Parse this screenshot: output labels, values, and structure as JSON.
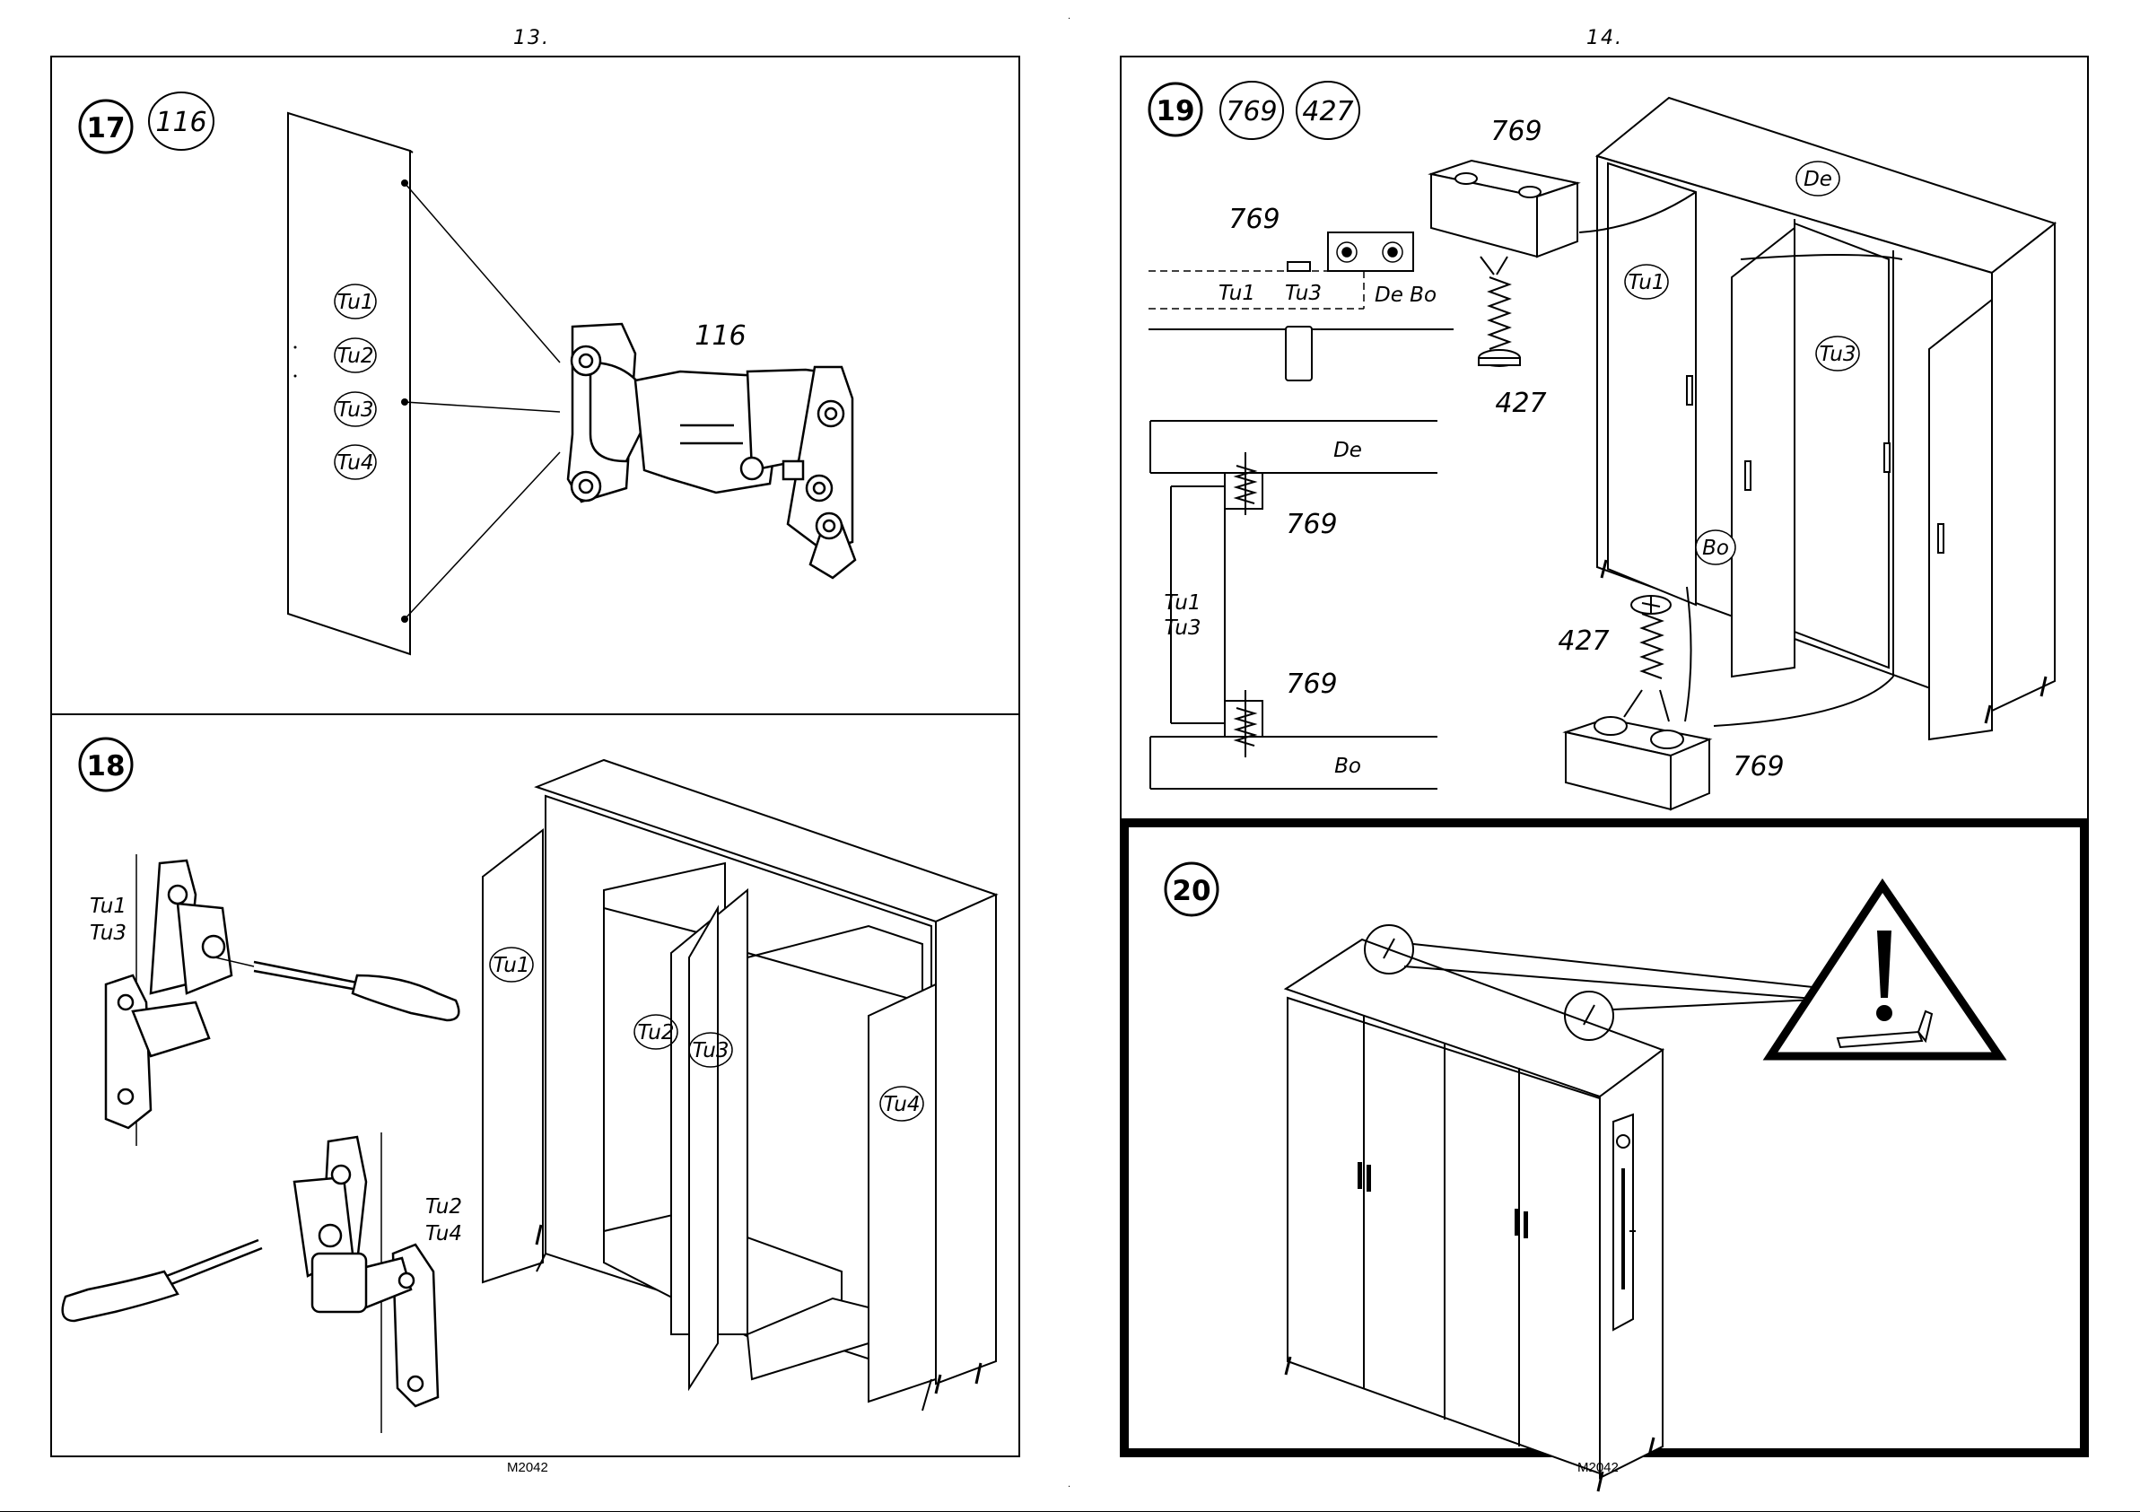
{
  "pages": [
    {
      "number": "13.",
      "footer": "M2042"
    },
    {
      "number": "14.",
      "footer": "M2042"
    }
  ],
  "step17": {
    "step": "17",
    "part_circle": "116",
    "part_label": "116",
    "doors": [
      "Tu1",
      "Tu2",
      "Tu3",
      "Tu4"
    ]
  },
  "step18": {
    "step": "18",
    "hinge_top_labels": [
      "Tu1",
      "Tu3"
    ],
    "hinge_bottom_labels": [
      "Tu2",
      "Tu4"
    ],
    "door_tags": [
      "Tu1",
      "Tu2",
      "Tu3",
      "Tu4"
    ]
  },
  "step19": {
    "step": "19",
    "part_circles": [
      "769",
      "427"
    ],
    "detail_top": {
      "part": "769",
      "rail_left": "Tu1",
      "rail_mid": "Tu3",
      "rail_right": "De Bo"
    },
    "detail_section": {
      "top_board": "De",
      "bottom_board": "Bo",
      "doors": [
        "Tu1",
        "Tu3"
      ],
      "upper_part": "769",
      "lower_part": "769"
    },
    "main": {
      "block_top_label": "769",
      "screw_top_label": "427",
      "screw_bottom_label": "427",
      "block_bottom_label": "769",
      "tags": [
        "De",
        "Tu1",
        "Tu3",
        "Bo"
      ]
    }
  },
  "step20": {
    "step": "20",
    "warning_icon": "exclamation-warning-icon"
  }
}
